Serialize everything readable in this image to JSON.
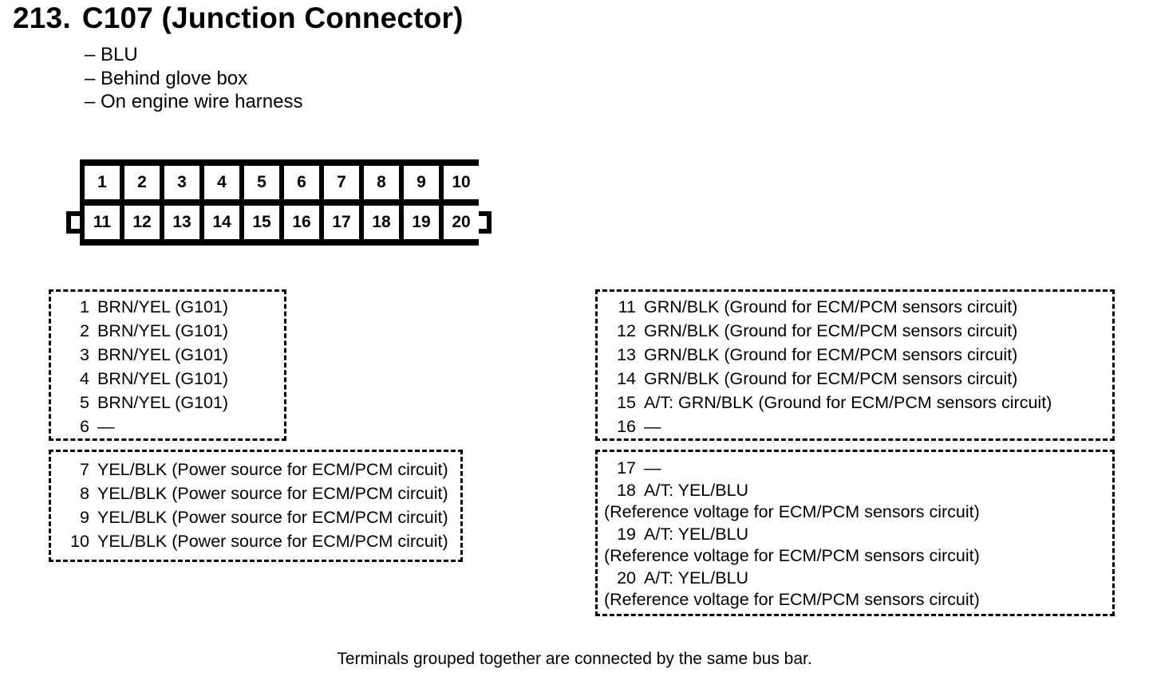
{
  "header": {
    "number": "213.",
    "title": "C107 (Junction Connector)",
    "notes": [
      "– BLU",
      "– Behind glove box",
      "– On engine wire harness"
    ]
  },
  "connector": {
    "top_row": [
      "1",
      "2",
      "3",
      "4",
      "5",
      "6",
      "7",
      "8",
      "9",
      "10"
    ],
    "bottom_row": [
      "11",
      "12",
      "13",
      "14",
      "15",
      "16",
      "17",
      "18",
      "19",
      "20"
    ]
  },
  "groups": [
    {
      "terminals": [
        {
          "num": "1",
          "desc": "BRN/YEL (G101)"
        },
        {
          "num": "2",
          "desc": "BRN/YEL (G101)"
        },
        {
          "num": "3",
          "desc": "BRN/YEL (G101)"
        },
        {
          "num": "4",
          "desc": "BRN/YEL (G101)"
        },
        {
          "num": "5",
          "desc": "BRN/YEL (G101)"
        },
        {
          "num": "6",
          "desc": "—"
        }
      ]
    },
    {
      "terminals": [
        {
          "num": "7",
          "desc": "YEL/BLK (Power source for ECM/PCM circuit)"
        },
        {
          "num": "8",
          "desc": "YEL/BLK (Power source for ECM/PCM circuit)"
        },
        {
          "num": "9",
          "desc": "YEL/BLK (Power source for ECM/PCM circuit)"
        },
        {
          "num": "10",
          "desc": "YEL/BLK (Power source for ECM/PCM circuit)"
        }
      ]
    },
    {
      "terminals": [
        {
          "num": "11",
          "desc": "GRN/BLK (Ground for ECM/PCM sensors circuit)"
        },
        {
          "num": "12",
          "desc": "GRN/BLK (Ground for ECM/PCM sensors circuit)"
        },
        {
          "num": "13",
          "desc": "GRN/BLK (Ground for ECM/PCM sensors circuit)"
        },
        {
          "num": "14",
          "desc": "GRN/BLK (Ground for ECM/PCM sensors circuit)"
        },
        {
          "num": "15",
          "desc": "A/T: GRN/BLK (Ground for ECM/PCM sensors circuit)"
        },
        {
          "num": "16",
          "desc": "—"
        }
      ]
    },
    {
      "terminals": [
        {
          "num": "17",
          "desc": "—"
        },
        {
          "num": "18",
          "desc": "A/T: YEL/BLU",
          "desc2": "(Reference voltage for ECM/PCM sensors circuit)"
        },
        {
          "num": "19",
          "desc": "A/T: YEL/BLU",
          "desc2": "(Reference voltage for ECM/PCM sensors circuit)"
        },
        {
          "num": "20",
          "desc": "A/T: YEL/BLU",
          "desc2": "(Reference voltage for ECM/PCM sensors circuit)"
        }
      ]
    }
  ],
  "footer": "Terminals grouped together are connected by the same bus bar."
}
